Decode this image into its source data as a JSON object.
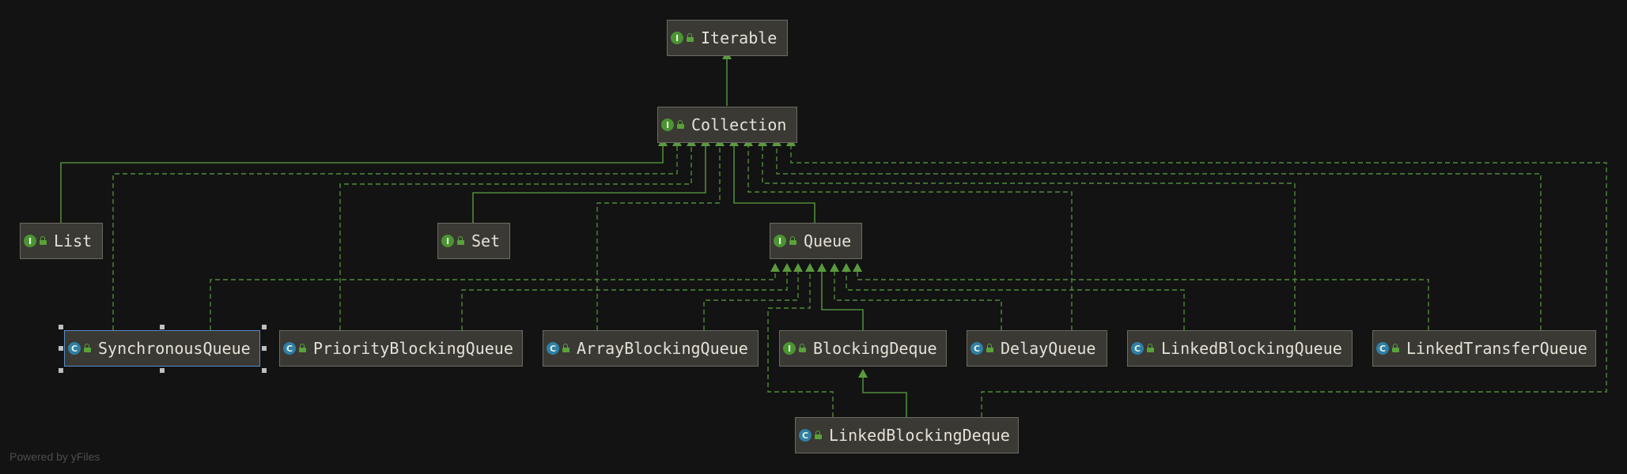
{
  "nodes": {
    "iterable": {
      "label": "Iterable",
      "kind": "interface",
      "badge": "I"
    },
    "collection": {
      "label": "Collection",
      "kind": "interface",
      "badge": "I"
    },
    "list": {
      "label": "List",
      "kind": "interface",
      "badge": "I"
    },
    "set": {
      "label": "Set",
      "kind": "interface",
      "badge": "I"
    },
    "queue": {
      "label": "Queue",
      "kind": "interface",
      "badge": "I"
    },
    "synchronous_queue": {
      "label": "SynchronousQueue",
      "kind": "class",
      "badge": "C"
    },
    "priority_blocking_queue": {
      "label": "PriorityBlockingQueue",
      "kind": "class",
      "badge": "C"
    },
    "array_blocking_queue": {
      "label": "ArrayBlockingQueue",
      "kind": "class",
      "badge": "C"
    },
    "blocking_deque": {
      "label": "BlockingDeque",
      "kind": "interface",
      "badge": "I"
    },
    "delay_queue": {
      "label": "DelayQueue",
      "kind": "class",
      "badge": "C"
    },
    "linked_blocking_queue": {
      "label": "LinkedBlockingQueue",
      "kind": "class",
      "badge": "C"
    },
    "linked_transfer_queue": {
      "label": "LinkedTransferQueue",
      "kind": "class",
      "badge": "C"
    },
    "linked_blocking_deque": {
      "label": "LinkedBlockingDeque",
      "kind": "class",
      "badge": "C"
    }
  },
  "selected_node": "SynchronousQueue",
  "footer": "Powered by yFiles",
  "colors": {
    "background": "#131313",
    "node_fill": "#3a3934",
    "node_border": "#6b6a63",
    "node_text": "#e6e1d6",
    "edge": "#4f8a3b",
    "interface_badge": "#4b9432",
    "class_badge": "#2f7fa6",
    "selection": "#5a8ccb"
  },
  "legend_icons": {
    "interface": "interface-badge-icon",
    "class": "class-badge-icon",
    "visibility": "lock-icon"
  }
}
